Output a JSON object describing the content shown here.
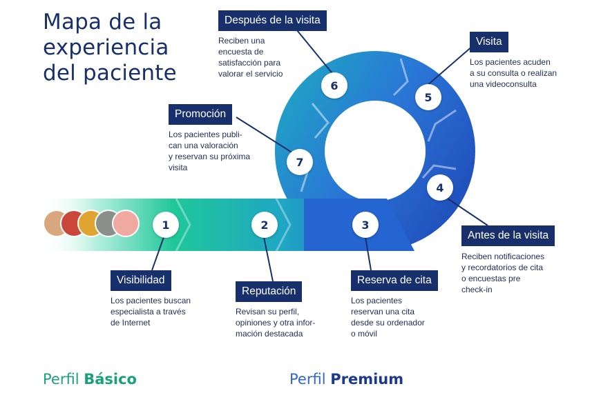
{
  "title": {
    "line1": "Mapa de la",
    "line2": "experiencia",
    "line3": "del paciente"
  },
  "steps": [
    {
      "number": "1",
      "label": "Visibilidad",
      "description": "Los pacientes buscan\nespecialista a través\nde Internet"
    },
    {
      "number": "2",
      "label": "Reputación",
      "description": "Revisan su perfil,\nopiniones y otra infor-\nmación destacada"
    },
    {
      "number": "3",
      "label": "Reserva de cita",
      "description": "Los pacientes\nreservan una cita\ndesde su ordenador\no móvil"
    },
    {
      "number": "4",
      "label": "Antes de la visita",
      "description": "Reciben notificaciones\ny recordatorios de cita\no encuestas pre\ncheck-in"
    },
    {
      "number": "5",
      "label": "Visita",
      "description": "Los pacientes acuden\na su consulta o realizan\nuna videoconsulta"
    },
    {
      "number": "6",
      "label": "Después de la visita",
      "description": "Reciben una\nencuesta de\nsatisfacción para\nvalorar el servicio"
    },
    {
      "number": "7",
      "label": "Promoción",
      "description": "Los pacientes publi-\ncan una valoración\ny reservan su próxima\nvisita"
    }
  ],
  "profiles": {
    "basic": {
      "prefix": "Perfil ",
      "name": "Básico"
    },
    "premium": {
      "prefix": "Perfil ",
      "name": "Premium"
    }
  },
  "colors": {
    "navy": "#17306b",
    "green": "#1fc79a",
    "teal": "#1fa6c4",
    "blue": "#2a62d4",
    "dark_blue": "#1f4bb8"
  },
  "avatars": [
    {
      "name": "patient-child-avatar",
      "color": "#d9a77e"
    },
    {
      "name": "patient-woman-avatar",
      "color": "#c9463a"
    },
    {
      "name": "patient-man-avatar",
      "color": "#e0a431"
    },
    {
      "name": "patient-elder-man-avatar",
      "color": "#8a8f8c"
    },
    {
      "name": "patient-elder-woman-avatar",
      "color": "#f0a9a0"
    }
  ]
}
